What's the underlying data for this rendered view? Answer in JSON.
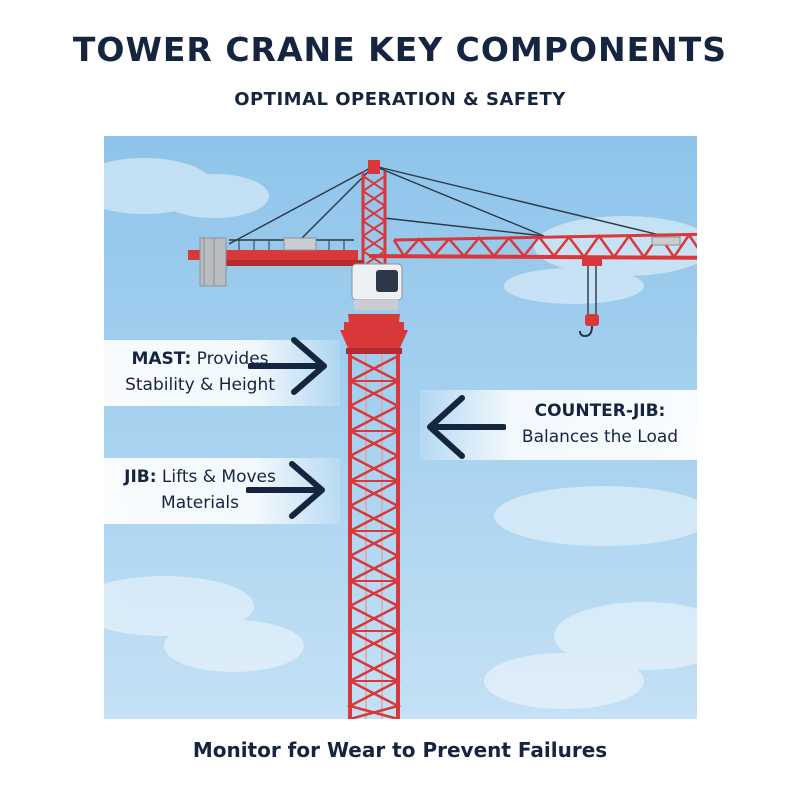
{
  "header": {
    "title": "TOWER CRANE KEY COMPONENTS",
    "subtitle": "OPTIMAL OPERATION & SAFETY"
  },
  "labels": {
    "mast": {
      "name": "MAST:",
      "line1_rest": " Provides",
      "line2": "Stability & Height"
    },
    "jib": {
      "name": "JIB:",
      "line1_rest": " Lifts & Moves",
      "line2": "Materials"
    },
    "counter_jib": {
      "name": "COUNTER-JIB:",
      "line2": "Balances the Load"
    }
  },
  "footer": {
    "text": "Monitor for Wear to Prevent Failures"
  },
  "colors": {
    "navy": "#15253f",
    "crane_red": "#d9383a",
    "sky": "#a9d3f0",
    "cab": "#eef1f4",
    "counterweight": "#b9bcc0"
  },
  "icons": [
    "arrow-right-icon",
    "arrow-left-icon",
    "crane-hook-icon",
    "cloud-icon"
  ]
}
